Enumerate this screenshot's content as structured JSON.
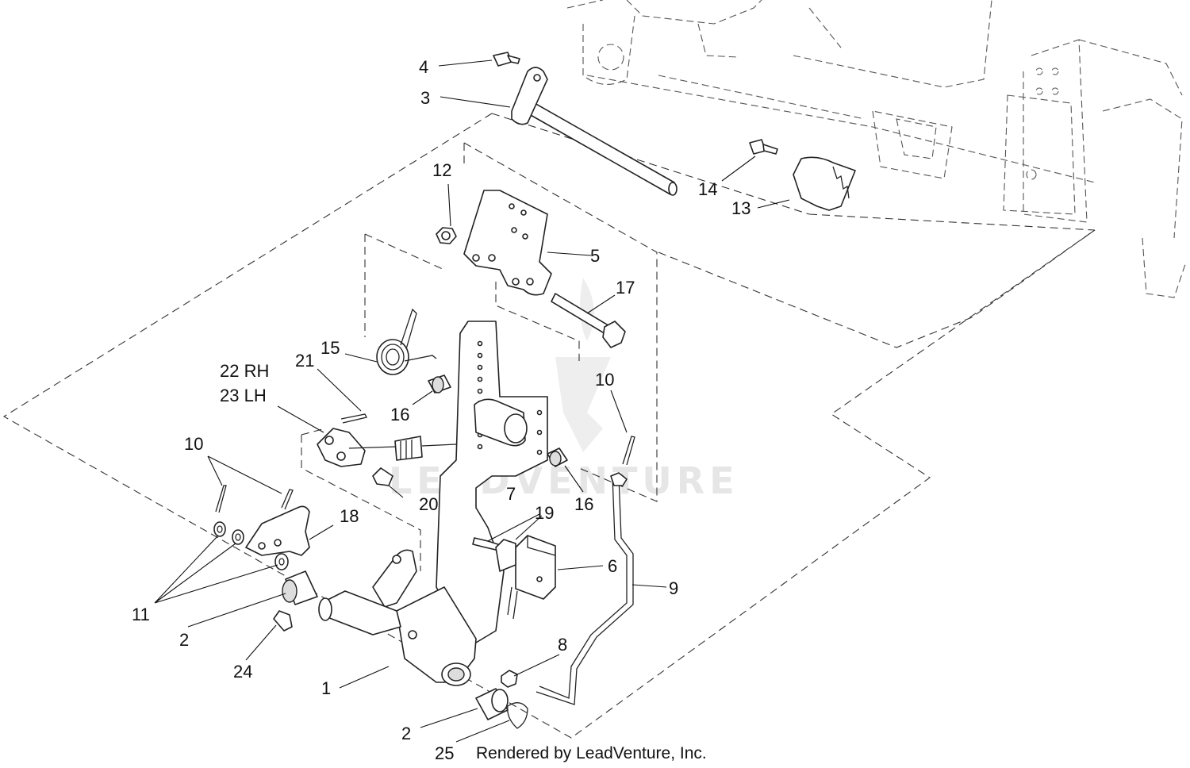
{
  "diagram": {
    "callouts": {
      "c1": "1",
      "c2a": "2",
      "c2b": "2",
      "c3": "3",
      "c4": "4",
      "c5": "5",
      "c6": "6",
      "c7": "7",
      "c8": "8",
      "c9": "9",
      "c10a": "10",
      "c10b": "10",
      "c11": "11",
      "c12": "12",
      "c13": "13",
      "c14": "14",
      "c15": "15",
      "c16a": "16",
      "c16b": "16",
      "c17": "17",
      "c18": "18",
      "c19": "19",
      "c20": "20",
      "c21": "21",
      "c22": "22 RH",
      "c23": "23 LH",
      "c24": "24",
      "c25": "25"
    },
    "credit": "Rendered by LeadVenture, Inc.",
    "watermark": "LEADVENTURE",
    "watermark_color": "#e6e6e6"
  }
}
